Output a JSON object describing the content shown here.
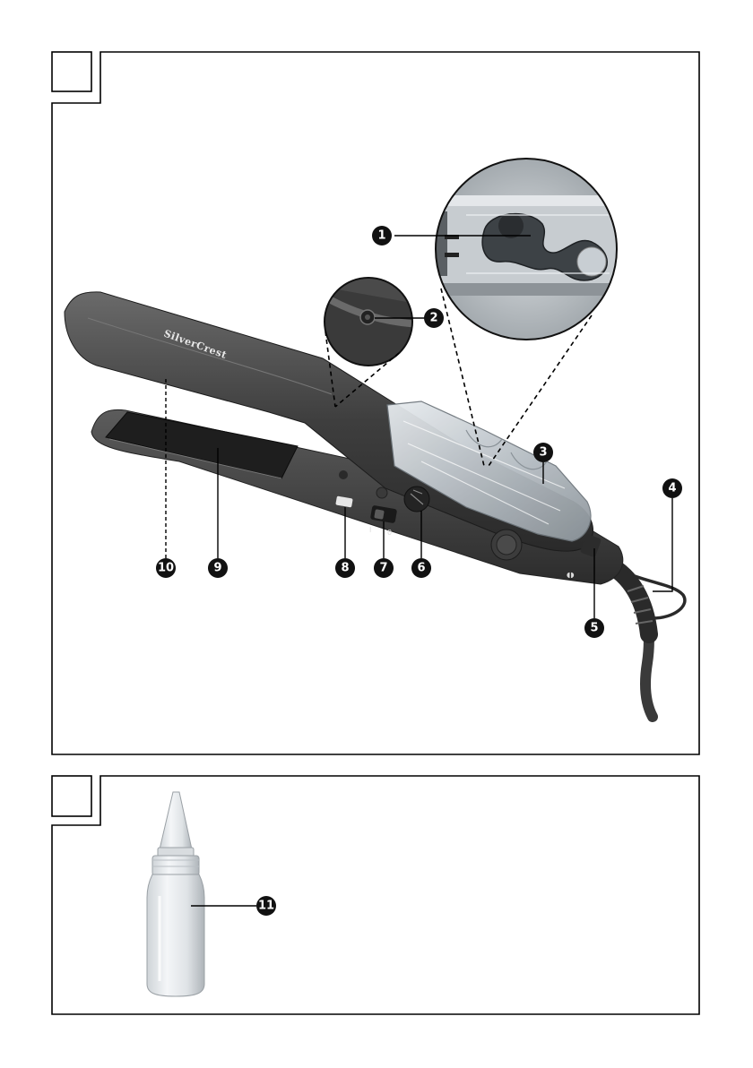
{
  "figures": [
    {
      "id": "figure-1",
      "label": "",
      "product": {
        "brand": "SilverCrest",
        "switch_marks": [
          "I",
          "0"
        ]
      },
      "callouts": [
        {
          "number": "1",
          "target": "water-tank-opening"
        },
        {
          "number": "2",
          "target": "steam-outlet"
        },
        {
          "number": "3",
          "target": "water-tank"
        },
        {
          "number": "4",
          "target": "hanging-loop"
        },
        {
          "number": "5",
          "target": "tank-release"
        },
        {
          "number": "6",
          "target": "temperature-dial"
        },
        {
          "number": "7",
          "target": "on-off-switch"
        },
        {
          "number": "8",
          "target": "steam-button"
        },
        {
          "number": "9",
          "target": "lower-plate"
        },
        {
          "number": "10",
          "target": "upper-plate"
        }
      ]
    },
    {
      "id": "figure-2",
      "label": "",
      "callouts": [
        {
          "number": "11",
          "target": "filling-bottle"
        }
      ]
    }
  ],
  "colors": {
    "device_dark": "#3a3a3a",
    "device_mid": "#555555",
    "plate": "#1e1e1e",
    "callout_bg": "#111111",
    "frame": "#000000"
  }
}
